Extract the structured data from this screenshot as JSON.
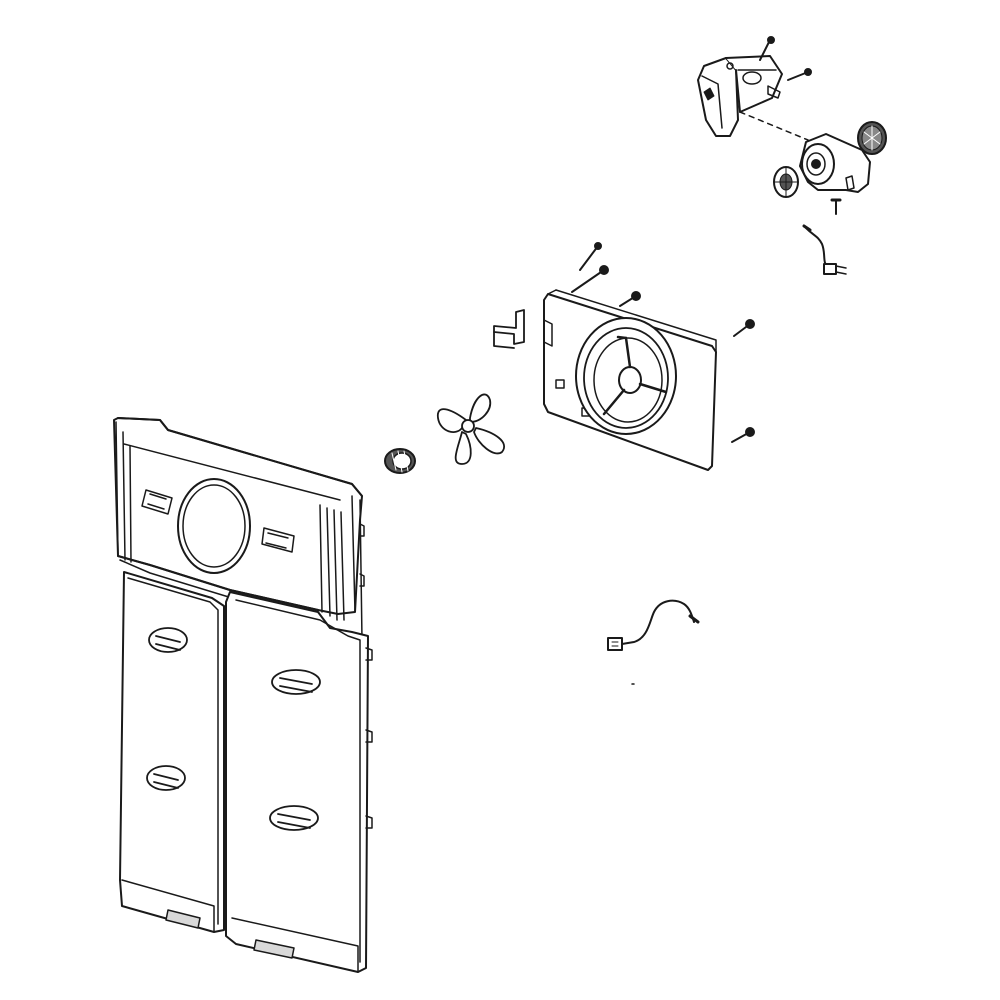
{
  "diagram": {
    "style": "black line-art exploded parts view",
    "colors": {
      "background": "#ffffff",
      "ink": "#1a1a1a",
      "shade": "#d9d9d9",
      "dark": "#555555"
    },
    "parts": [
      {
        "name": "evaporator-cover-panel",
        "icon": "cover-panel-icon"
      },
      {
        "name": "fan-shroud-plate",
        "icon": "shroud-plate-icon"
      },
      {
        "name": "fan-blade",
        "icon": "fan-blade-icon"
      },
      {
        "name": "motor-grommet",
        "icon": "grommet-icon"
      },
      {
        "name": "mounting-bracket",
        "icon": "bracket-icon"
      },
      {
        "name": "fan-motor-assembly",
        "icon": "motor-icon"
      },
      {
        "name": "motor-cover-housing",
        "icon": "housing-icon"
      },
      {
        "name": "thermistor-sensor-wire",
        "icon": "sensor-wire-icon"
      },
      {
        "name": "motor-harness-wire",
        "icon": "harness-wire-icon"
      },
      {
        "name": "screws",
        "icon": "screw-icon"
      }
    ]
  }
}
